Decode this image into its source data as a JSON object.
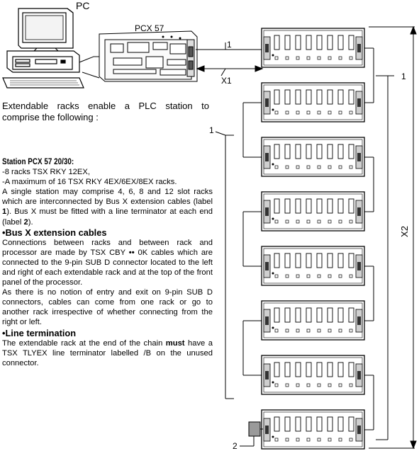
{
  "labels": {
    "pc": "PC",
    "pcx57": "PCX 57",
    "num1_top": "1",
    "x1": "X1",
    "num1_left": "1",
    "num1_right": "1",
    "x2": "X2",
    "num2": "2"
  },
  "intro": "Extendable racks enable a PLC station to comprise the following :",
  "station": {
    "heading": "Station PCX 57 20/30:",
    "lines": [
      "-8 racks TSX RKY 12EX,",
      "-A maximum of 16 TSX RKY 4EX/6EX/8EX racks."
    ],
    "paragraph_a": "A single station may comprise 4, 6, 8 and 12 slot racks which are interconnected by Bus X extension cables (label ",
    "paragraph_a_bold": "1",
    "paragraph_b": "). Bus X must be fitted with a line terminator at each end (label ",
    "paragraph_b_bold": "2",
    "paragraph_c": ")."
  },
  "bus_x": {
    "heading": "•Bus X extension cables",
    "paragraph1_a": "Connections between racks and between rack and processor are made by TSX CBY ",
    "paragraph1_dots": "••",
    "paragraph1_b": " 0K cables which are connected to the 9-pin SUB D connector located to the left and right of each extendable rack and at the top of the front panel of the processor.",
    "paragraph2": "As there is no notion of entry and exit on 9-pin SUB D connectors, cables can come from one rack or go to another rack irrespective of whether connecting from the right or left."
  },
  "line_termination": {
    "heading": "•Line termination",
    "paragraph_a": "The extendable rack at the end of the chain ",
    "paragraph_bold": "must",
    "paragraph_b": " have a TSX TLYEX line terminator labelled /B on the unused connector."
  }
}
